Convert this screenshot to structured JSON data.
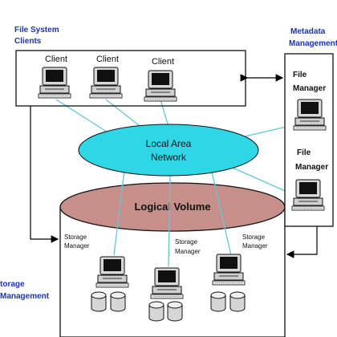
{
  "diagram": {
    "labels": {
      "file_system_clients": [
        "File System",
        "Clients"
      ],
      "metadata_management": [
        "Metadata",
        "Management"
      ],
      "storage_management": [
        "torage",
        "Management"
      ],
      "lan": [
        "Local Area",
        "Network"
      ],
      "logical_volume": "Logical Volume",
      "client": "Client",
      "file_manager": [
        "File",
        "Manager"
      ],
      "storage_manager": [
        "Storage",
        "Manager"
      ]
    },
    "clients": [
      "Client",
      "Client",
      "Client"
    ],
    "file_managers": [
      [
        "File",
        "Manager"
      ],
      [
        "File",
        "Manager"
      ]
    ],
    "storage_managers": [
      [
        "Storage",
        "Manager"
      ],
      [
        "Storage",
        "Manager"
      ],
      [
        "Storage",
        "Manager"
      ]
    ],
    "colors": {
      "lan_fill": "#2ed6e6",
      "volume_fill": "#c78f8a",
      "link_color": "#64c7d6",
      "label_blue": "#1a33b8"
    }
  }
}
